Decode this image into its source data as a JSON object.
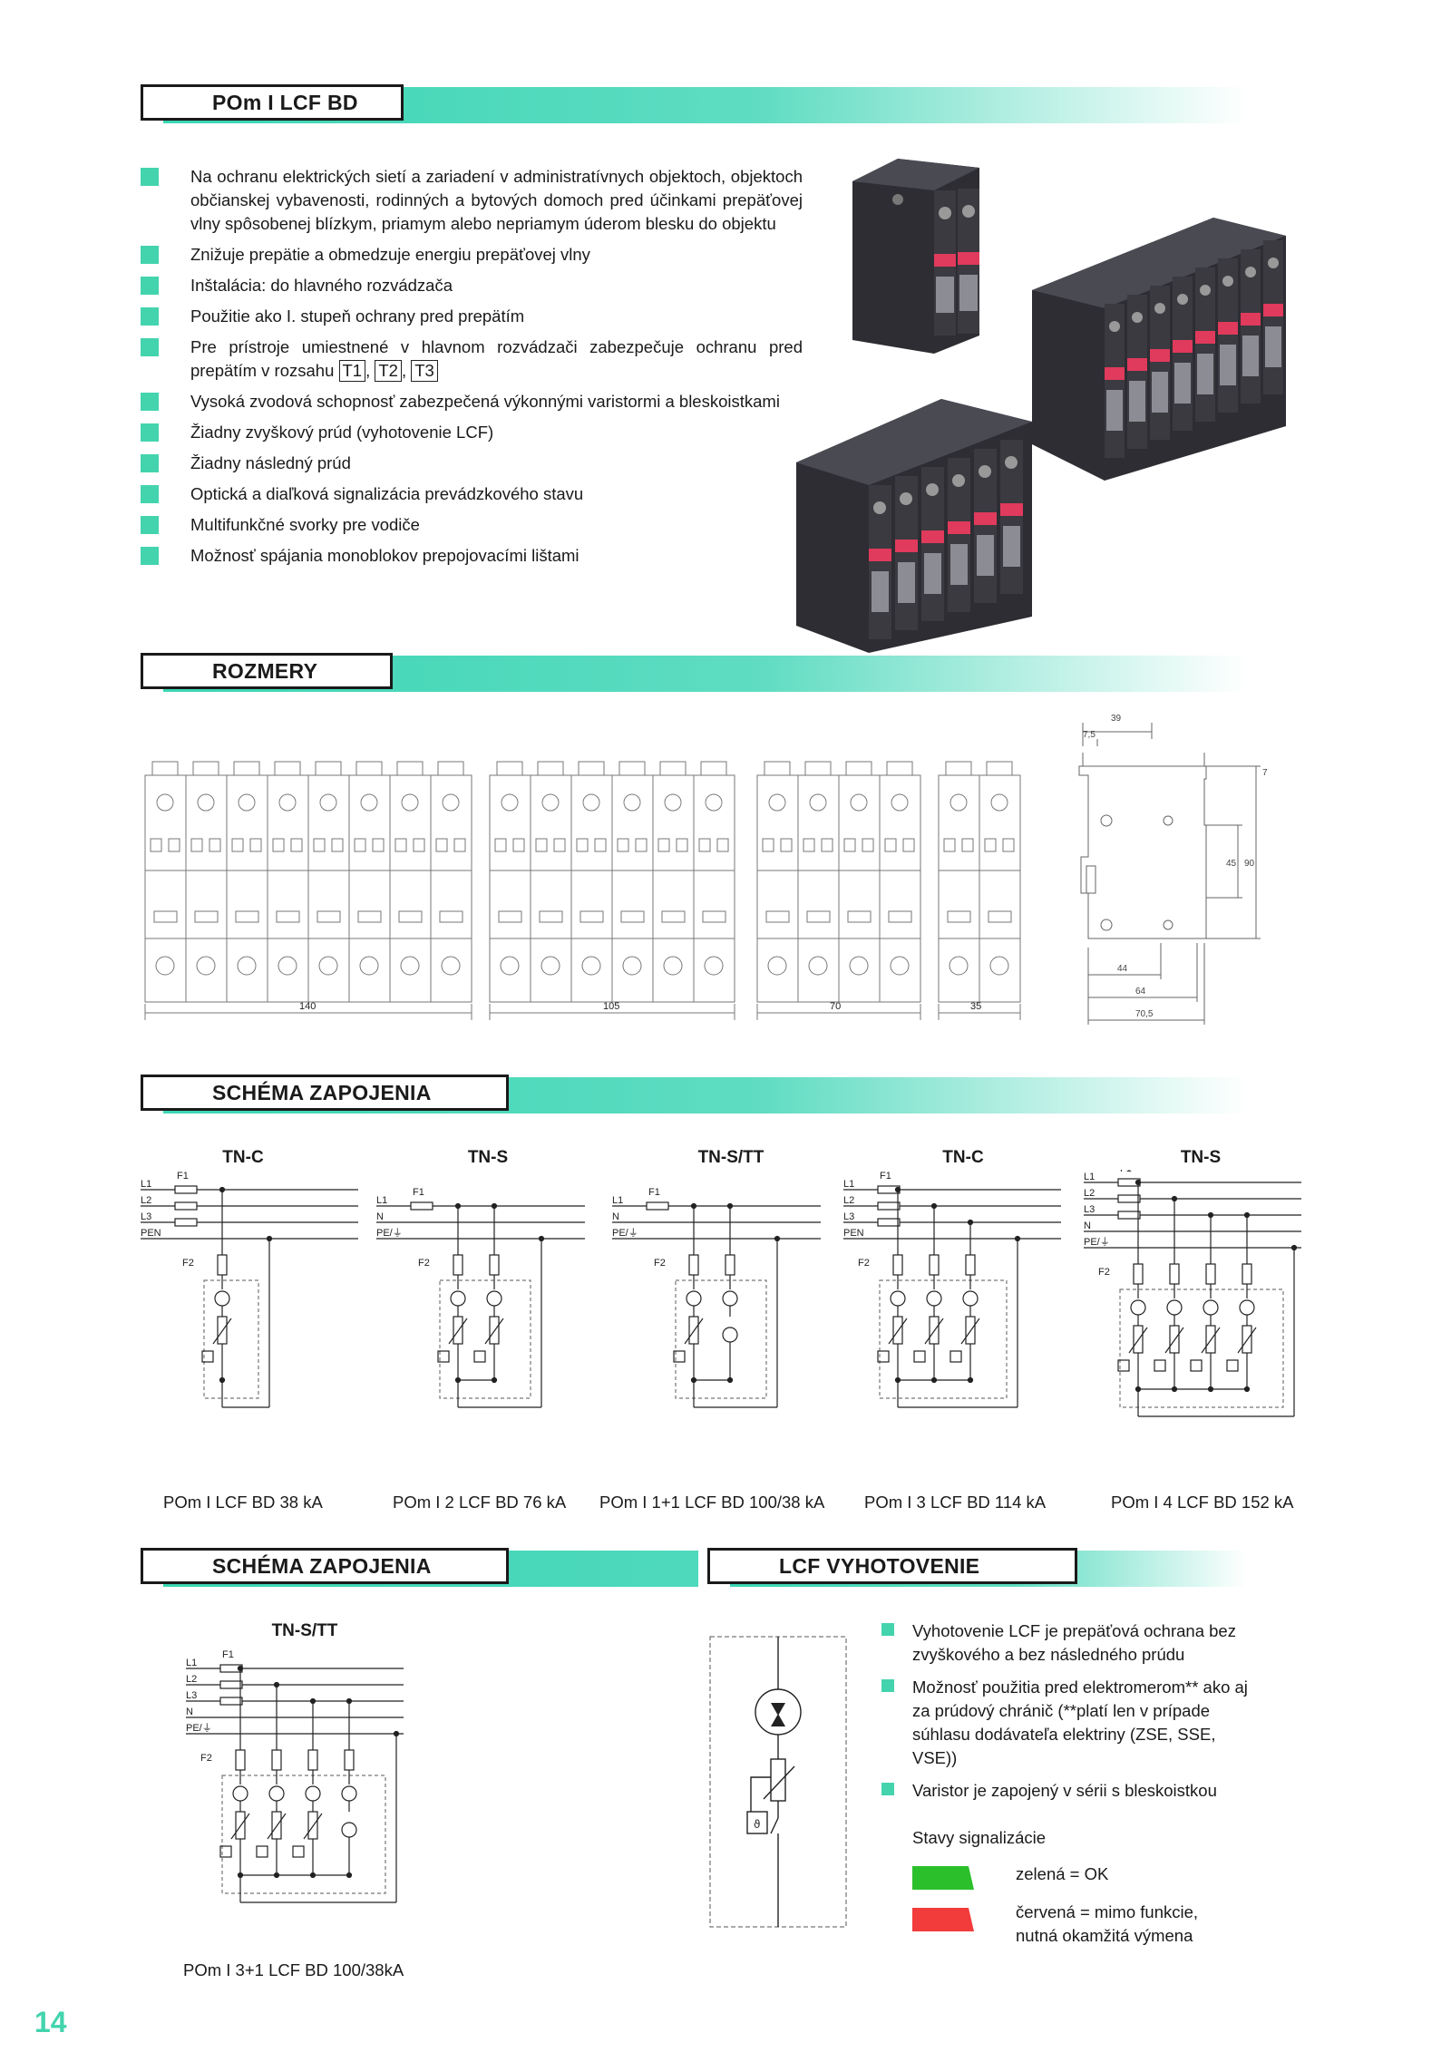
{
  "headers": {
    "title": "POm I LCF BD",
    "dimensions": "ROZMERY",
    "wiring1": "SCHÉMA ZAPOJENIA",
    "wiring2": "SCHÉMA ZAPOJENIA",
    "lcf": "LCF VYHOTOVENIE"
  },
  "features": [
    "Na ochranu elektrických sietí a zariadení v administratívnych objektoch, objektoch občianskej vybavenosti, rodinných a bytových domoch pred účinkami prepäťovej vlny spôsobenej blízkym, priamym alebo nepriamym úderom blesku do objektu",
    "Znižuje prepätie a obmedzuje energiu prepäťovej vlny",
    "Inštalácia: do hlavného rozvádzača",
    "Použitie ako I. stupeň ochrany pred prepätím",
    "Vysoká zvodová schopnosť zabezpečená výkonnými varistormi a bleskoistkami",
    "Žiadny zvyškový prúd (vyhotovenie LCF)",
    "Žiadny následný prúd",
    "Optická a diaľková signalizácia prevádzkového stavu",
    "Multifunkčné svorky pre vodiče",
    "Možnosť spájania monoblokov prepojovacími lištami"
  ],
  "feature_range": {
    "text": "Pre prístroje umiestnené v hlavnom rozvádzači zabezpečuje ochranu pred prepätím v rozsahu",
    "t1": "T1",
    "t2": "T2",
    "t3": "T3",
    "sep": ","
  },
  "dims": {
    "front_widths": [
      "140",
      "105",
      "70",
      "35"
    ],
    "side": [
      "39",
      "7,5",
      "7",
      "45",
      "90",
      "44",
      "64",
      "70,5"
    ]
  },
  "networks": [
    "TN-C",
    "TN-S",
    "TN-S/TT",
    "TN-C",
    "TN-S"
  ],
  "lines": {
    "l1": "L1",
    "l2": "L2",
    "l3": "L3",
    "n": "N",
    "pen": "PEN",
    "pe": "PE/⏚",
    "f1": "F1",
    "f2": "F2"
  },
  "captions": [
    "POm I LCF BD 38 kA",
    "POm I 2 LCF BD 76 kA",
    "POm I 1+1 LCF BD 100/38 kA",
    "POm I 3 LCF BD 114 kA",
    "POm I 4 LCF BD 152 kA"
  ],
  "bottom_network": "TN-S/TT",
  "bottom_caption": "POm I 3+1 LCF BD 100/38kA",
  "lcf_items": [
    "Vyhotovenie LCF je prepäťová ochrana bez zvyškového a bez následného prúdu",
    "Možnosť použitia pred elektromerom** ako aj za prúdový chránič  (**platí len v prípade súhlasu dodávateľa elektriny (ZSE, SSE, VSE))",
    "Varistor je zapojený v sérii s bleskoistkou"
  ],
  "status": {
    "title": "Stavy signalizácie",
    "green": "zelená = OK",
    "red": "červená = mimo funkcie, nutná okamžitá výmena",
    "green_color": "#2bc02b",
    "red_color": "#f23b3b"
  },
  "page_number": "14",
  "accent_color": "#43d4ae"
}
